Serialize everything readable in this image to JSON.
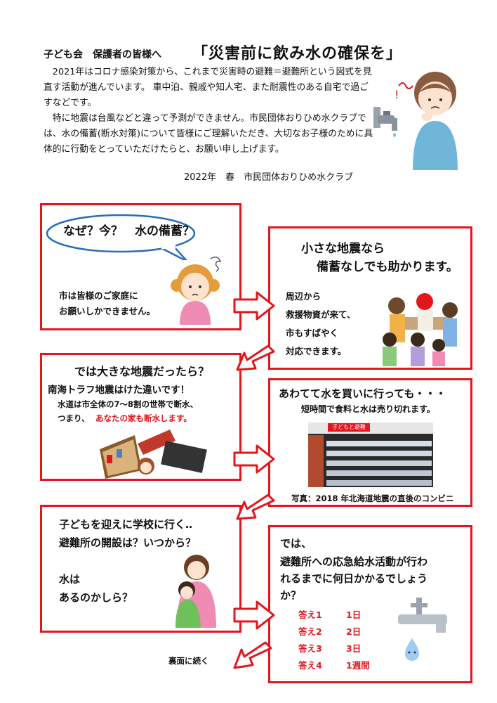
{
  "header": {
    "addressee": "子ども会　保護者の皆様へ",
    "title": "「災害前に飲み水の確保を」"
  },
  "intro": {
    "paragraph1": "2021年はコロナ感染対策から、これまで災害時の避難＝避難所という図式を見直す活動が進んでいます。 車中泊、親戚や知人宅、また耐震性のある自宅で過ごすなどです。",
    "paragraph2": "特に地震は台風などと違って予測ができません。市民団体おりひめ水クラブでは、水の備蓄(断水対策)について皆様にご理解いただき、大切なお子様のために具体的に行動をとっていただけたらと、お願い申し上げます。",
    "signature": "2022年　春　市民団体おりひめ水クラブ"
  },
  "box1": {
    "bubble": "なぜ？今？　水の備蓄？",
    "line1": "市は皆様のご家庭に",
    "line2": "お願いしかできません。"
  },
  "box2": {
    "title1": "小さな地震なら",
    "title2": "備蓄なしでも助かります。",
    "line1": "周辺から",
    "line2": "救援物資が来て、",
    "line3": "市もすばやく",
    "line4": "対応できます。"
  },
  "box3": {
    "title": "では大きな地震だったら？",
    "subtitle": "南海トラフ地震はけた違いです！",
    "line1": "水道は市全体の7～8割の世帯で断水、",
    "line2a": "つまり、",
    "line2b": "あなたの家も断水します。"
  },
  "box4": {
    "title": "あわてて水を買いに行っても・・・",
    "subtitle": "短時間で食料と水は売り切れます。",
    "caption": "写真：2018 年北海道地震の直後のコンビニ",
    "photo_sign": "子どもと避難"
  },
  "box5": {
    "line1": "子どもを迎えに学校に行く‥",
    "line2": "避難所の開設は？いつから？",
    "line3": "水は",
    "line4": "あるのかしら？"
  },
  "box6": {
    "line1": "では、",
    "line2": "避難所への応急給水活動が行わ",
    "line3": "れるまでに何日かかるでしょう",
    "line4": "か？",
    "answers": [
      {
        "label": "答え1",
        "value": "1日"
      },
      {
        "label": "答え2",
        "value": "2日"
      },
      {
        "label": "答え3",
        "value": "3日"
      },
      {
        "label": "答え4",
        "value": "1週間"
      }
    ]
  },
  "footer": {
    "continue": "裏面に続く"
  },
  "colors": {
    "accent_red": "#e3161c",
    "bubble_blue": "#2b6cb8"
  }
}
